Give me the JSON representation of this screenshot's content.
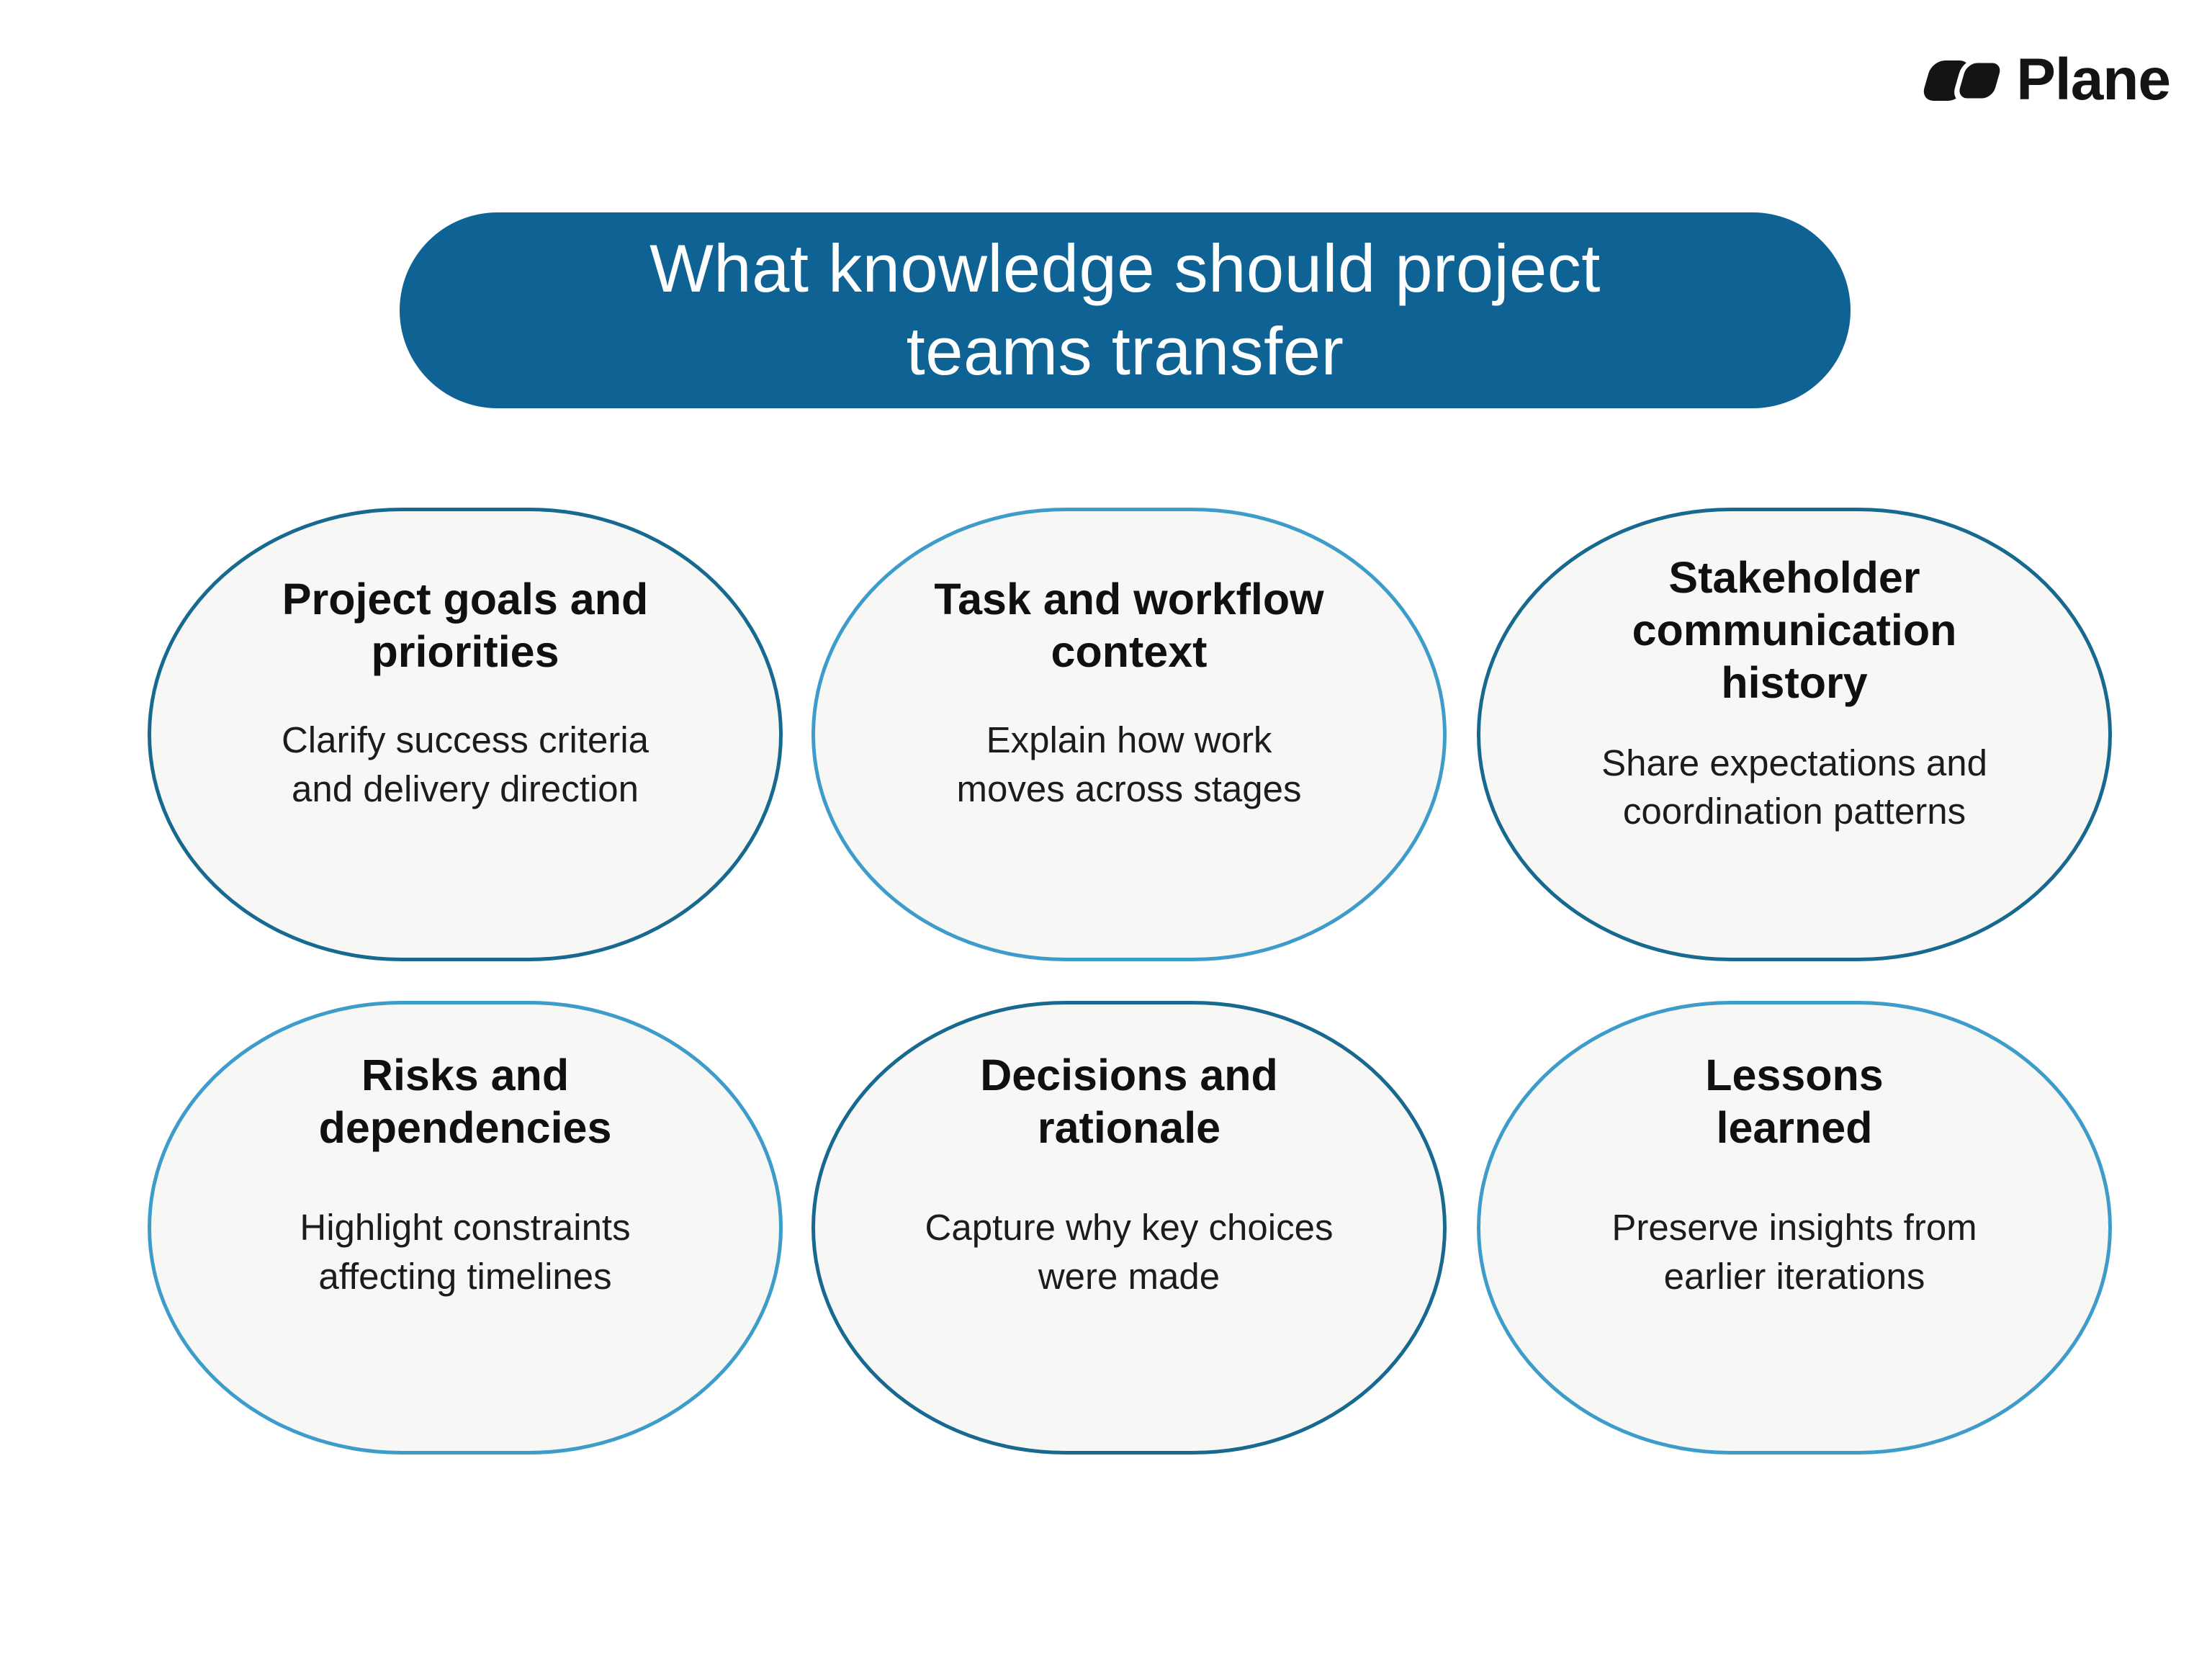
{
  "brand": {
    "name": "Plane",
    "icon": "plane-logo-icon",
    "color": "#141414"
  },
  "header": {
    "title": "What knowledge should project\nteams transfer",
    "bg_color": "#0e6394",
    "text_color": "#ffffff"
  },
  "colors": {
    "dark_outline": "#17698f",
    "light_outline": "#3e9ccb",
    "bubble_fill": "#f7f7f6",
    "heading_text": "#101010",
    "body_text": "#1c1c1c",
    "background": "#ffffff"
  },
  "bubbles": [
    {
      "id": "project-goals",
      "outline": "dark",
      "heading": "Project goals and\npriorities",
      "body": "Clarify success criteria\nand delivery direction"
    },
    {
      "id": "task-workflow",
      "outline": "light",
      "heading": "Task and workflow\ncontext",
      "body": "Explain how work\nmoves across stages"
    },
    {
      "id": "stakeholder-communication",
      "outline": "dark",
      "heading": "Stakeholder\ncommunication\nhistory",
      "body": "Share expectations and\ncoordination patterns"
    },
    {
      "id": "risks-dependencies",
      "outline": "light",
      "heading": "Risks and\ndependencies",
      "body": "Highlight constraints\naffecting timelines"
    },
    {
      "id": "decisions-rationale",
      "outline": "dark",
      "heading": "Decisions and\nrationale",
      "body": "Capture why key choices\nwere made"
    },
    {
      "id": "lessons-learned",
      "outline": "light",
      "heading": "Lessons\nlearned",
      "body": "Preserve insights from\nearlier iterations"
    }
  ]
}
